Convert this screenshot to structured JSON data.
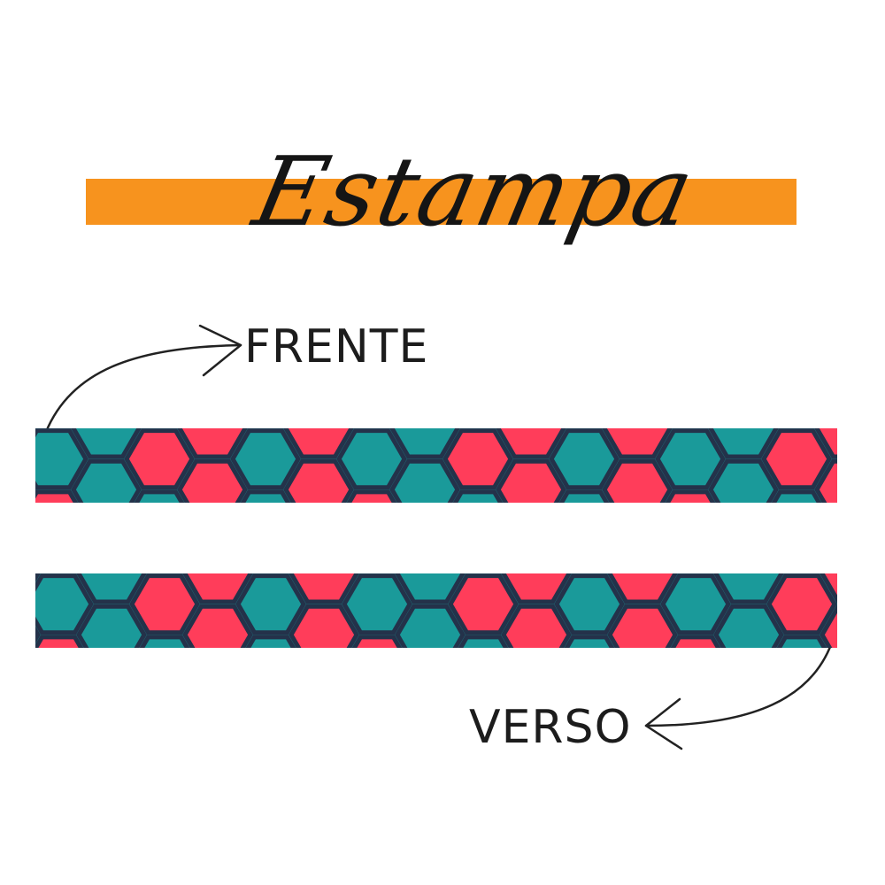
{
  "title": "Estampa",
  "labels": {
    "front": "FRENTE",
    "back": "VERSO"
  },
  "colors": {
    "accent_bar": "#f7931e",
    "pattern_red": "#ff3d5a",
    "pattern_teal": "#1a9a9a",
    "pattern_outline": "#24324a",
    "text": "#1c1c1c"
  },
  "icons": {
    "front_arrow": "curved-arrow-icon",
    "back_arrow": "curved-arrow-icon"
  }
}
